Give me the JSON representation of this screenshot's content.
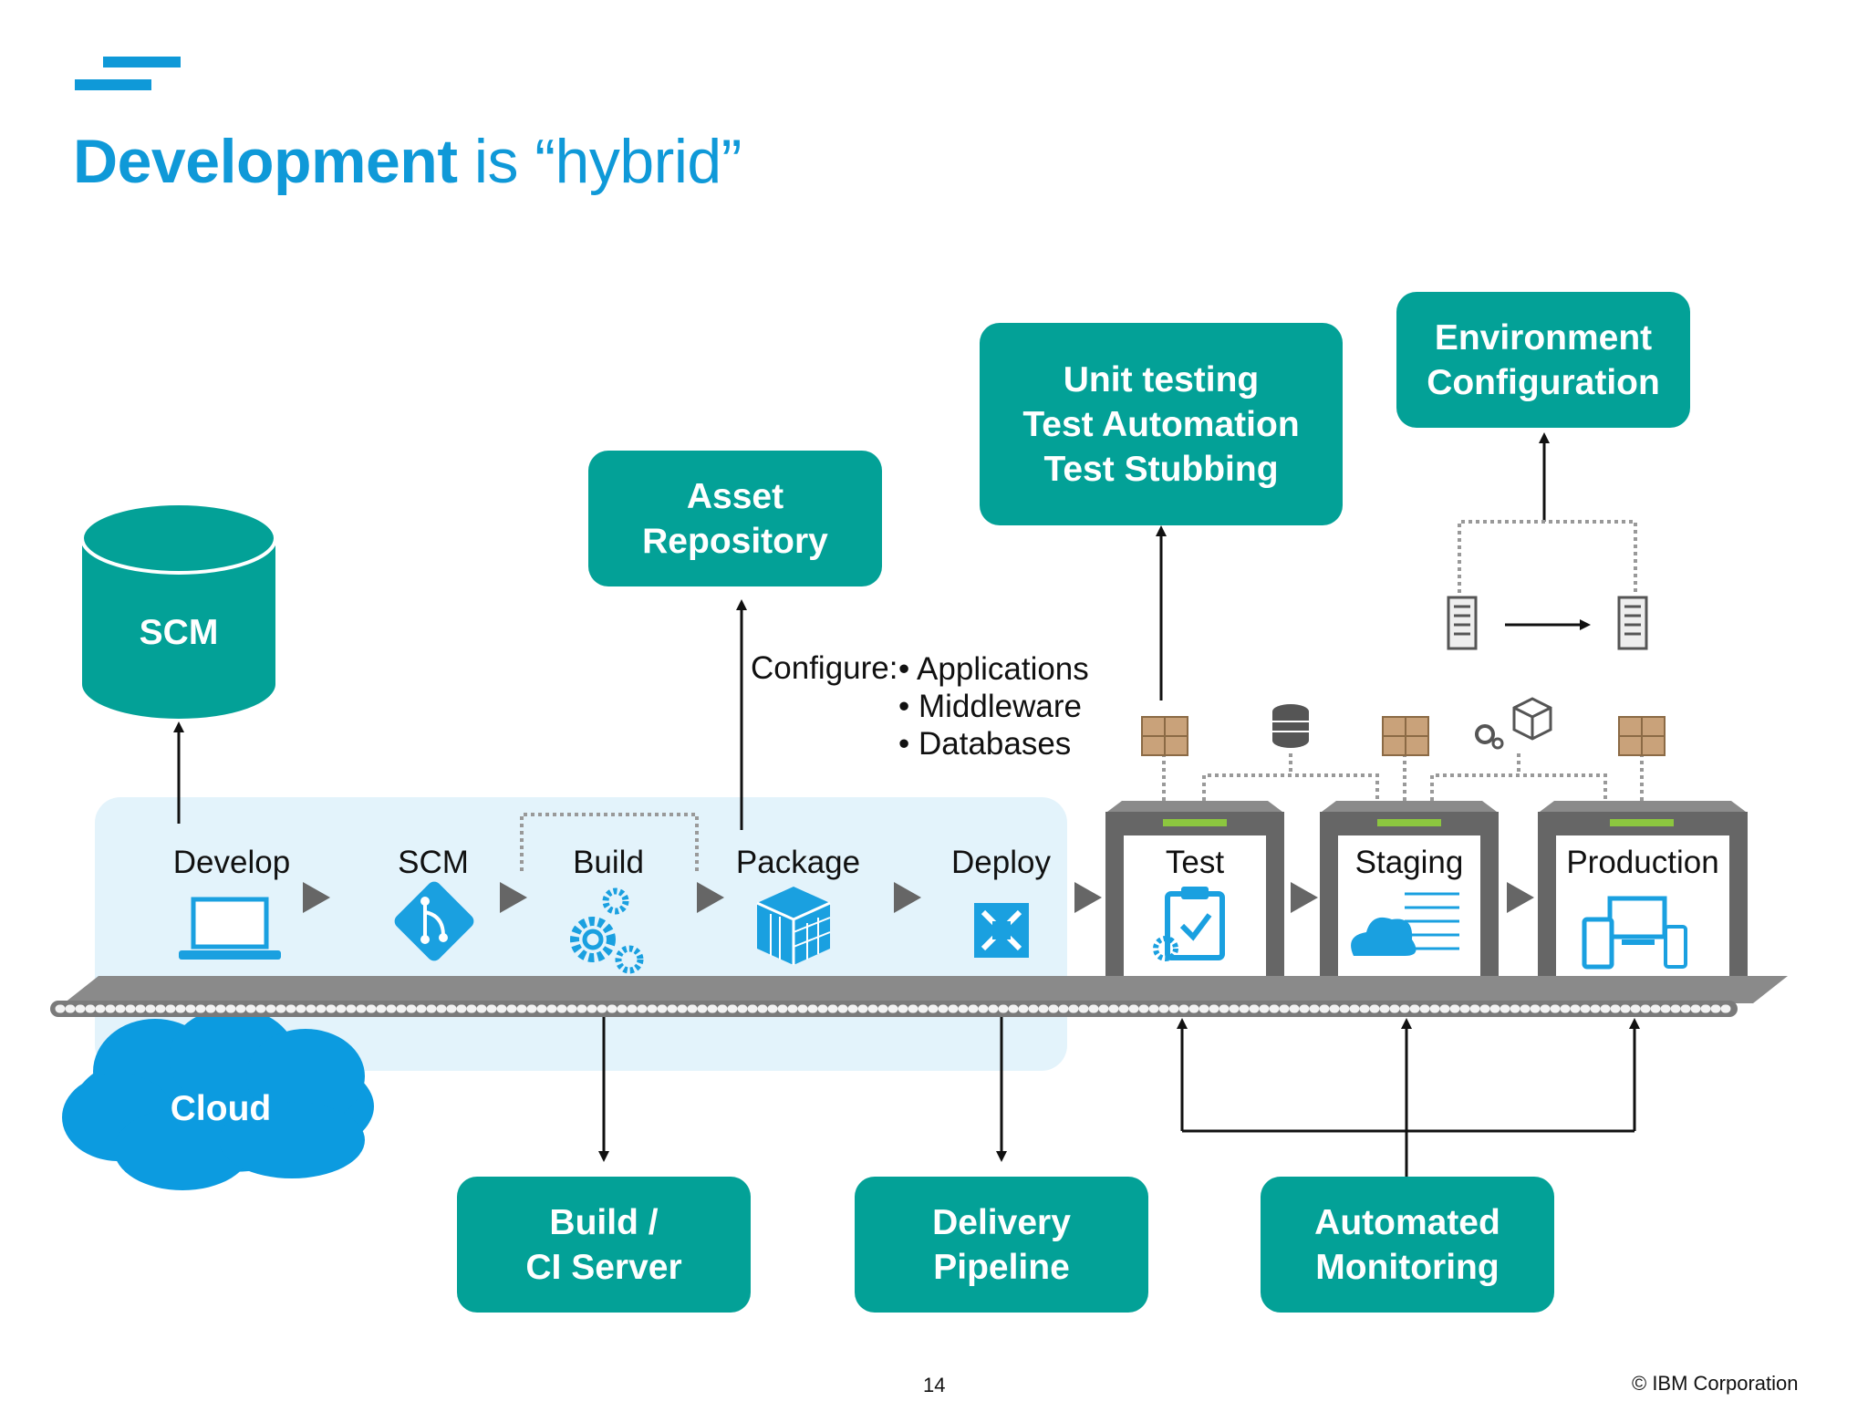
{
  "title": {
    "bold": "Development",
    "rest": " is “hybrid”"
  },
  "scm_cylinder": {
    "label": "SCM"
  },
  "cloud": {
    "label": "Cloud"
  },
  "top_boxes": {
    "asset_repository": "Asset\nRepository",
    "testing": "Unit testing\nTest Automation\nTest Stubbing",
    "environment": "Environment\nConfiguration"
  },
  "bottom_boxes": {
    "build_ci": "Build /\nCI Server",
    "delivery": "Delivery\nPipeline",
    "monitoring": "Automated\nMonitoring"
  },
  "configure": {
    "label": "Configure:",
    "items": [
      "Applications",
      "Middleware",
      "Databases"
    ]
  },
  "stages": [
    "Develop",
    "SCM",
    "Build",
    "Package",
    "Deploy"
  ],
  "environments": [
    "Test",
    "Staging",
    "Production"
  ],
  "colors": {
    "teal": "#03a197",
    "blue": "#0f99d8",
    "light_blue": "#e3f3fb",
    "gray": "#6e6e70"
  },
  "footer": {
    "page": "14",
    "copyright": "© IBM Corporation"
  }
}
